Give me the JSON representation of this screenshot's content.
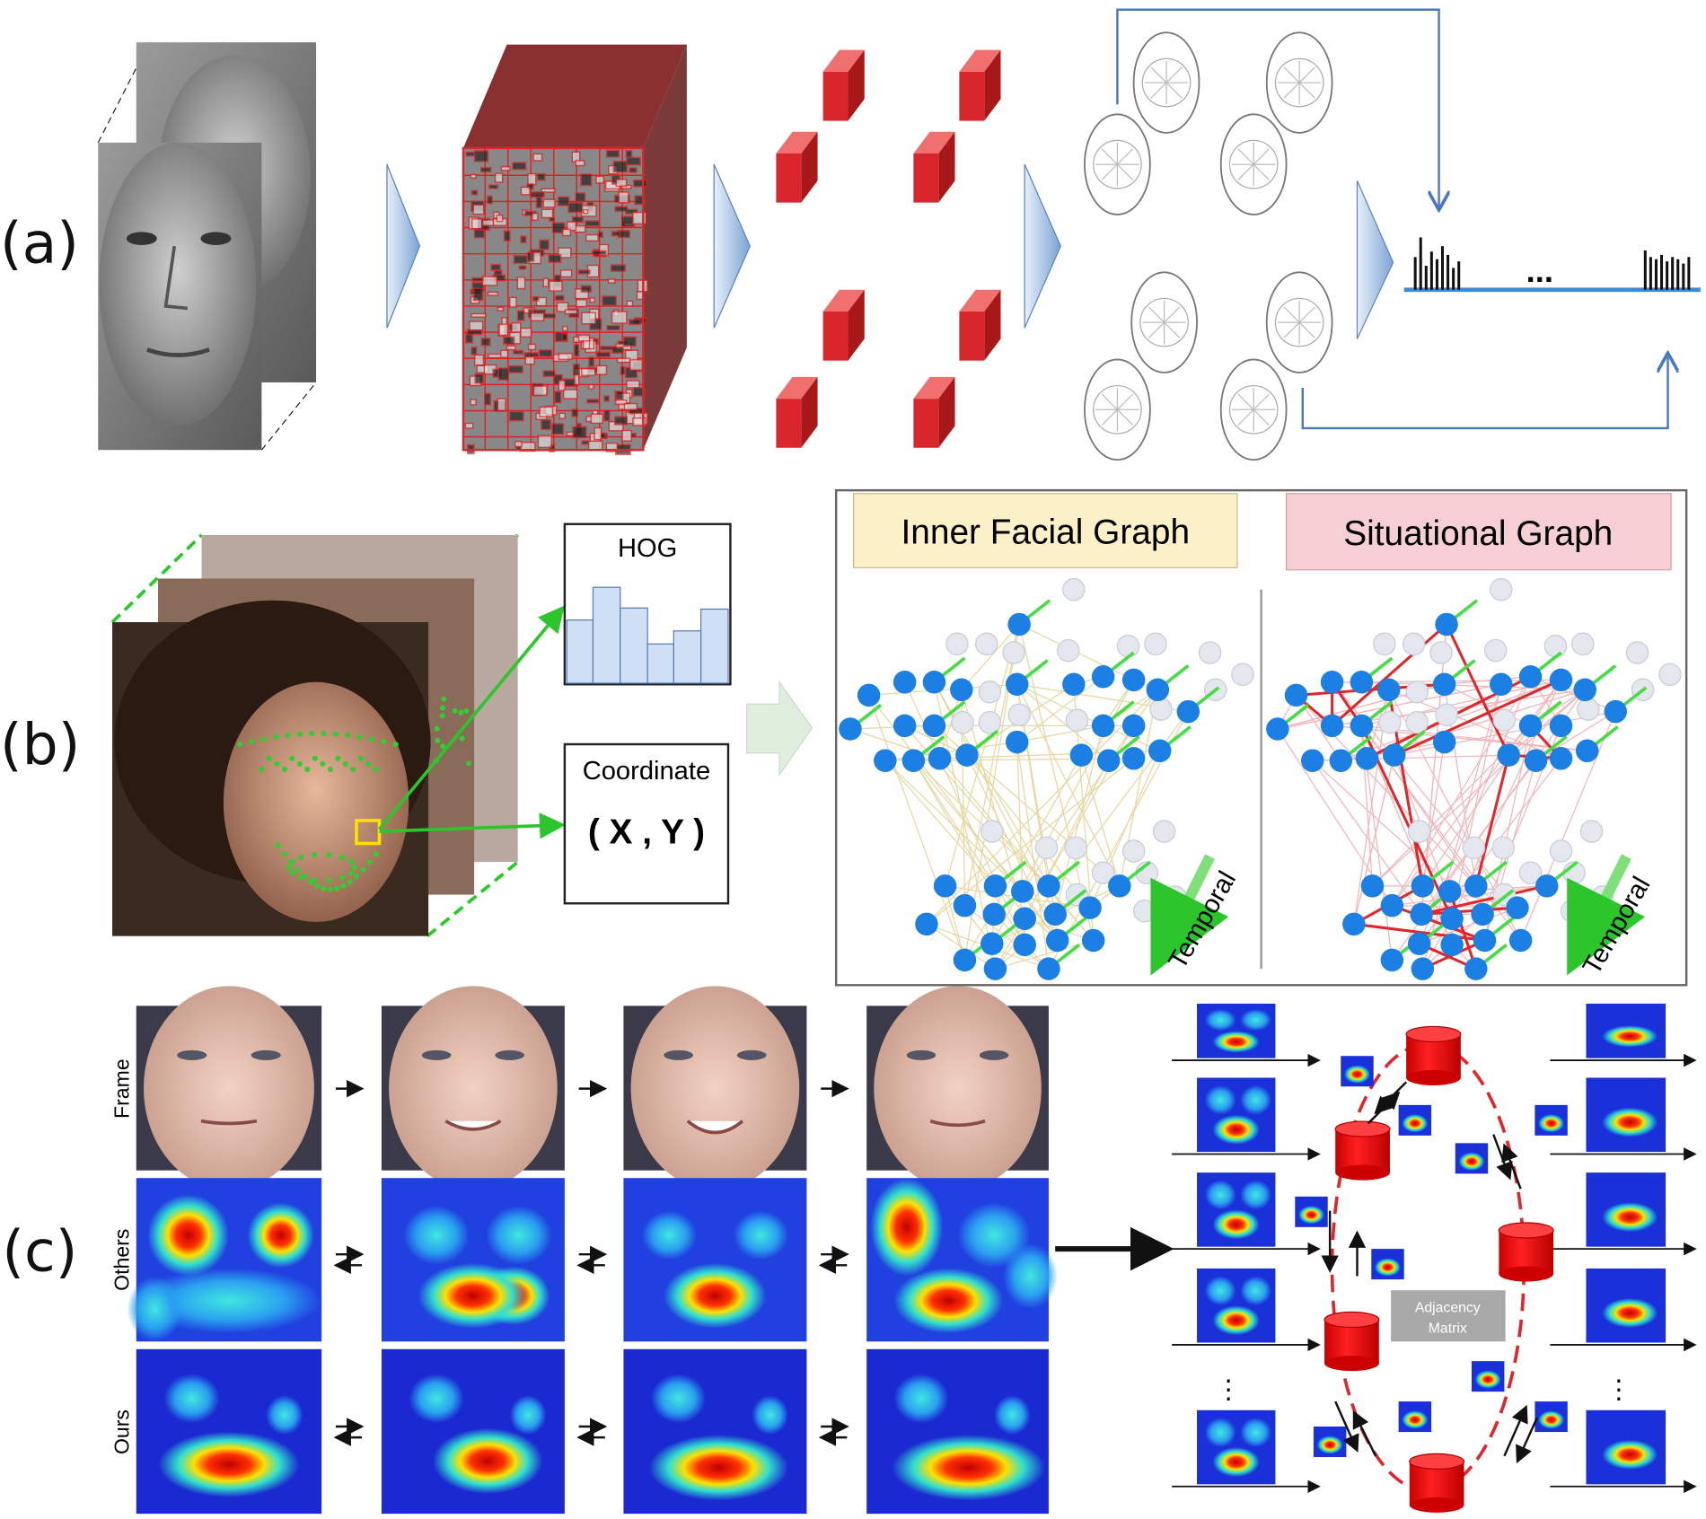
{
  "panels": {
    "a": {
      "label": "(a)",
      "ellipsis": "..."
    },
    "b": {
      "label": "(b)",
      "hog_title": "HOG",
      "coordinate_title": "Coordinate",
      "coordinate_value": "( X , Y )",
      "inner_graph_title": "Inner Facial Graph",
      "situational_graph_title": "Situational Graph",
      "temporal_left": "Temporal",
      "temporal_right": "Temporal"
    },
    "c": {
      "label": "(c)",
      "row_labels": [
        "Frame",
        "Others",
        "Ours"
      ],
      "adjacency_line1": "Adjacency",
      "adjacency_line2": "Matrix",
      "vdots_left": "⋮",
      "vdots_right": "⋮"
    }
  },
  "colors": {
    "node_active": "#1b7fe3",
    "node_inactive": "#e4e7ee",
    "situational_edge": "#e0262a",
    "temporal_arrow": "#7fe07a",
    "inner_label_bg": "#fcf0c8",
    "situational_label_bg": "#f5cfd2",
    "cube_red": "#d8262c",
    "flow_blue": "#4a78c0"
  }
}
